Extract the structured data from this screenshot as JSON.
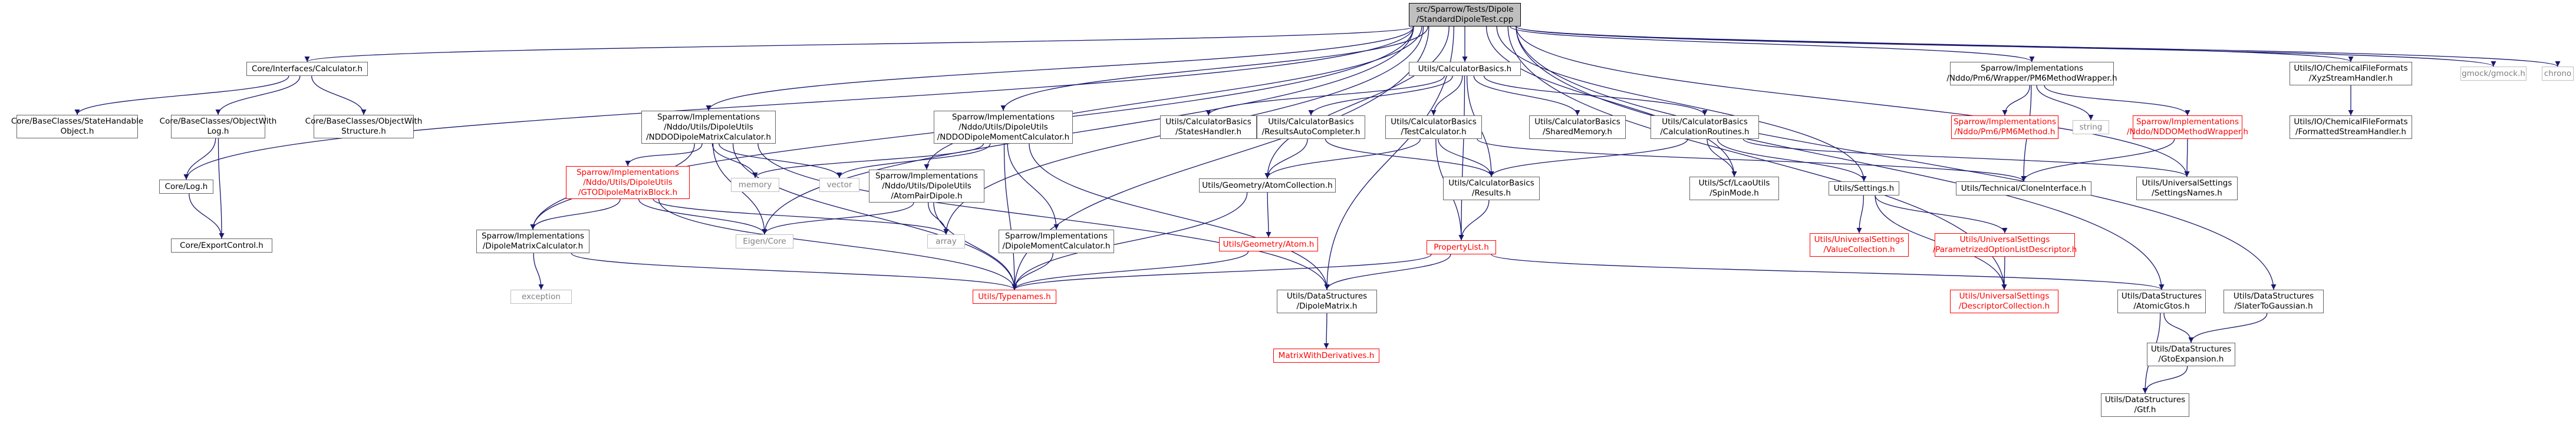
{
  "nodes": [
    {
      "id": "root",
      "kind": "root",
      "lines": [
        "src/Sparrow/Tests/Dipole",
        "/StandardDipoleTest.cpp"
      ]
    },
    {
      "id": "calc",
      "kind": "normal",
      "lines": [
        "Core/Interfaces/Calculator.h"
      ]
    },
    {
      "id": "statehandable",
      "kind": "normal",
      "lines": [
        "Core/BaseClasses/StateHandable",
        "Object.h"
      ]
    },
    {
      "id": "objwithlog",
      "kind": "normal",
      "lines": [
        "Core/BaseClasses/ObjectWith",
        "Log.h"
      ]
    },
    {
      "id": "objwithstructure",
      "kind": "normal",
      "lines": [
        "Core/BaseClasses/ObjectWith",
        "Structure.h"
      ]
    },
    {
      "id": "log",
      "kind": "normal",
      "lines": [
        "Core/Log.h"
      ]
    },
    {
      "id": "exportcontrol",
      "kind": "normal",
      "lines": [
        "Core/ExportControl.h"
      ]
    },
    {
      "id": "nddomatrixcalc",
      "kind": "normal",
      "lines": [
        "Sparrow/Implementations",
        "/Nddo/Utils/DipoleUtils",
        "/NDDODipoleMatrixCalculator.h"
      ]
    },
    {
      "id": "gtomatrixblock",
      "kind": "red",
      "lines": [
        "Sparrow/Implementations",
        "/Nddo/Utils/DipoleUtils",
        "/GTODipoleMatrixBlock.h"
      ]
    },
    {
      "id": "dipolematrixcalc",
      "kind": "normal",
      "lines": [
        "Sparrow/Implementations",
        "/DipoleMatrixCalculator.h"
      ]
    },
    {
      "id": "exception",
      "kind": "ghost-gray",
      "lines": [
        "exception"
      ]
    },
    {
      "id": "memory",
      "kind": "ghost-gray",
      "lines": [
        "memory"
      ]
    },
    {
      "id": "vector",
      "kind": "ghost-gray",
      "lines": [
        "vector"
      ]
    },
    {
      "id": "eigencore",
      "kind": "ghost-gray",
      "lines": [
        "Eigen/Core"
      ]
    },
    {
      "id": "nddomomentcalc",
      "kind": "normal",
      "lines": [
        "Sparrow/Implementations",
        "/Nddo/Utils/DipoleUtils",
        "/NDDODipoleMomentCalculator.h"
      ]
    },
    {
      "id": "atompairdipole",
      "kind": "normal",
      "lines": [
        "Sparrow/Implementations",
        "/Nddo/Utils/DipoleUtils",
        "/AtomPairDipole.h"
      ]
    },
    {
      "id": "array",
      "kind": "ghost-gray",
      "lines": [
        "array"
      ]
    },
    {
      "id": "dipolemomentcalc",
      "kind": "normal",
      "lines": [
        "Sparrow/Implementations",
        "/DipoleMomentCalculator.h"
      ]
    },
    {
      "id": "typenames",
      "kind": "red",
      "lines": [
        "Utils/Typenames.h"
      ]
    },
    {
      "id": "calcbasics",
      "kind": "normal",
      "lines": [
        "Utils/CalculatorBasics.h"
      ]
    },
    {
      "id": "stateshandler",
      "kind": "normal",
      "lines": [
        "Utils/CalculatorBasics",
        "/StatesHandler.h"
      ]
    },
    {
      "id": "resultsautocompleter",
      "kind": "normal",
      "lines": [
        "Utils/CalculatorBasics",
        "/ResultsAutoCompleter.h"
      ]
    },
    {
      "id": "testcalculator",
      "kind": "normal",
      "lines": [
        "Utils/CalculatorBasics",
        "/TestCalculator.h"
      ]
    },
    {
      "id": "sharedmemory",
      "kind": "normal",
      "lines": [
        "Utils/CalculatorBasics",
        "/SharedMemory.h"
      ]
    },
    {
      "id": "calcroutines",
      "kind": "normal",
      "lines": [
        "Utils/CalculatorBasics",
        "/CalculationRoutines.h"
      ]
    },
    {
      "id": "atomcollection",
      "kind": "normal",
      "lines": [
        "Utils/Geometry/AtomCollection.h"
      ]
    },
    {
      "id": "geomatom",
      "kind": "red",
      "lines": [
        "Utils/Geometry/Atom.h"
      ]
    },
    {
      "id": "results",
      "kind": "normal",
      "lines": [
        "Utils/CalculatorBasics",
        "/Results.h"
      ]
    },
    {
      "id": "propertylist",
      "kind": "red",
      "lines": [
        "PropertyList.h"
      ]
    },
    {
      "id": "spinmode",
      "kind": "normal",
      "lines": [
        "Utils/Scf/LcaoUtils",
        "/SpinMode.h"
      ]
    },
    {
      "id": "cloneinterface",
      "kind": "normal",
      "lines": [
        "Utils/Technical/CloneInterface.h"
      ]
    },
    {
      "id": "settings",
      "kind": "normal",
      "lines": [
        "Utils/Settings.h"
      ]
    },
    {
      "id": "valuecollection",
      "kind": "red",
      "lines": [
        "Utils/UniversalSettings",
        "/ValueCollection.h"
      ]
    },
    {
      "id": "paramoptlistdesc",
      "kind": "red",
      "lines": [
        "Utils/UniversalSettings",
        "/ParametrizedOptionListDescriptor.h"
      ]
    },
    {
      "id": "descriptorcollection",
      "kind": "red",
      "lines": [
        "Utils/UniversalSettings",
        "/DescriptorCollection.h"
      ]
    },
    {
      "id": "dipolematrix",
      "kind": "normal",
      "lines": [
        "Utils/DataStructures",
        "/DipoleMatrix.h"
      ]
    },
    {
      "id": "matrixwithderiv",
      "kind": "red",
      "lines": [
        "MatrixWithDerivatives.h"
      ]
    },
    {
      "id": "pm6wrapper",
      "kind": "normal",
      "lines": [
        "Sparrow/Implementations",
        "/Nddo/Pm6/Wrapper/PM6MethodWrapper.h"
      ]
    },
    {
      "id": "pm6method",
      "kind": "red",
      "lines": [
        "Sparrow/Implementations",
        "/Nddo/Pm6/PM6Method.h"
      ]
    },
    {
      "id": "string",
      "kind": "ghost-gray",
      "lines": [
        "string"
      ]
    },
    {
      "id": "nddomethodwrapper",
      "kind": "red",
      "lines": [
        "Sparrow/Implementations",
        "/Nddo/NDDOMethodWrapper.h"
      ]
    },
    {
      "id": "settingsnames",
      "kind": "normal",
      "lines": [
        "Utils/UniversalSettings",
        "/SettingsNames.h"
      ]
    },
    {
      "id": "atomicgtos",
      "kind": "normal",
      "lines": [
        "Utils/DataStructures",
        "/AtomicGtos.h"
      ]
    },
    {
      "id": "slatertogaussian",
      "kind": "normal",
      "lines": [
        "Utils/DataStructures",
        "/SlaterToGaussian.h"
      ]
    },
    {
      "id": "gtoexpansion",
      "kind": "normal",
      "lines": [
        "Utils/DataStructures",
        "/GtoExpansion.h"
      ]
    },
    {
      "id": "gtf",
      "kind": "normal",
      "lines": [
        "Utils/DataStructures",
        "/Gtf.h"
      ]
    },
    {
      "id": "xyzstream",
      "kind": "normal",
      "lines": [
        "Utils/IO/ChemicalFileFormats",
        "/XyzStreamHandler.h"
      ]
    },
    {
      "id": "formattedstream",
      "kind": "normal",
      "lines": [
        "Utils/IO/ChemicalFileFormats",
        "/FormattedStreamHandler.h"
      ]
    },
    {
      "id": "gmock",
      "kind": "ghost-gray",
      "lines": [
        "gmock/gmock.h"
      ]
    },
    {
      "id": "chrono",
      "kind": "ghost-gray",
      "lines": [
        "chrono"
      ]
    }
  ],
  "edges": [
    [
      "root",
      "calc"
    ],
    [
      "root",
      "log"
    ],
    [
      "root",
      "nddomatrixcalc"
    ],
    [
      "root",
      "dipolematrixcalc"
    ],
    [
      "root",
      "eigencore"
    ],
    [
      "root",
      "nddomomentcalc"
    ],
    [
      "root",
      "atompairdipole"
    ],
    [
      "root",
      "array"
    ],
    [
      "root",
      "typenames"
    ],
    [
      "root",
      "calcbasics"
    ],
    [
      "root",
      "atomcollection"
    ],
    [
      "root",
      "spinmode"
    ],
    [
      "root",
      "settings"
    ],
    [
      "root",
      "dipolematrix"
    ],
    [
      "root",
      "pm6wrapper"
    ],
    [
      "root",
      "settingsnames"
    ],
    [
      "root",
      "atomicgtos"
    ],
    [
      "root",
      "xyzstream"
    ],
    [
      "root",
      "gmock"
    ],
    [
      "root",
      "chrono"
    ],
    [
      "root",
      "slatertogaussian"
    ],
    [
      "root",
      "descriptorcollection"
    ],
    [
      "calc",
      "statehandable"
    ],
    [
      "calc",
      "objwithlog"
    ],
    [
      "calc",
      "objwithstructure"
    ],
    [
      "objwithlog",
      "log"
    ],
    [
      "objwithlog",
      "exportcontrol"
    ],
    [
      "log",
      "exportcontrol"
    ],
    [
      "nddomatrixcalc",
      "gtomatrixblock"
    ],
    [
      "nddomatrixcalc",
      "dipolematrixcalc"
    ],
    [
      "nddomatrixcalc",
      "memory"
    ],
    [
      "nddomatrixcalc",
      "vector"
    ],
    [
      "nddomatrixcalc",
      "eigencore"
    ],
    [
      "nddomatrixcalc",
      "typenames"
    ],
    [
      "nddomatrixcalc",
      "dipolematrix"
    ],
    [
      "gtomatrixblock",
      "dipolematrixcalc"
    ],
    [
      "gtomatrixblock",
      "eigencore"
    ],
    [
      "gtomatrixblock",
      "typenames"
    ],
    [
      "gtomatrixblock",
      "array"
    ],
    [
      "dipolematrixcalc",
      "exception"
    ],
    [
      "dipolematrixcalc",
      "typenames"
    ],
    [
      "nddomomentcalc",
      "memory"
    ],
    [
      "nddomomentcalc",
      "vector"
    ],
    [
      "nddomomentcalc",
      "dipolemomentcalc"
    ],
    [
      "nddomomentcalc",
      "typenames"
    ],
    [
      "nddomomentcalc",
      "dipolematrix"
    ],
    [
      "atompairdipole",
      "eigencore"
    ],
    [
      "atompairdipole",
      "array"
    ],
    [
      "atompairdipole",
      "typenames"
    ],
    [
      "dipolemomentcalc",
      "typenames"
    ],
    [
      "calcbasics",
      "stateshandler"
    ],
    [
      "calcbasics",
      "resultsautocompleter"
    ],
    [
      "calcbasics",
      "testcalculator"
    ],
    [
      "calcbasics",
      "sharedmemory"
    ],
    [
      "calcbasics",
      "calcroutines"
    ],
    [
      "calcbasics",
      "results"
    ],
    [
      "calcbasics",
      "propertylist"
    ],
    [
      "resultsautocompleter",
      "atomcollection"
    ],
    [
      "resultsautocompleter",
      "results"
    ],
    [
      "testcalculator",
      "atomcollection"
    ],
    [
      "testcalculator",
      "results"
    ],
    [
      "testcalculator",
      "propertylist"
    ],
    [
      "testcalculator",
      "cloneinterface"
    ],
    [
      "calcroutines",
      "results"
    ],
    [
      "calcroutines",
      "spinmode"
    ],
    [
      "calcroutines",
      "settings"
    ],
    [
      "calcroutines",
      "settingsnames"
    ],
    [
      "atomcollection",
      "geomatom"
    ],
    [
      "atomcollection",
      "typenames"
    ],
    [
      "geomatom",
      "typenames"
    ],
    [
      "results",
      "propertylist"
    ],
    [
      "propertylist",
      "typenames"
    ],
    [
      "propertylist",
      "dipolematrix"
    ],
    [
      "propertylist",
      "atomicgtos"
    ],
    [
      "settings",
      "valuecollection"
    ],
    [
      "settings",
      "paramoptlistdesc"
    ],
    [
      "settings",
      "descriptorcollection"
    ],
    [
      "paramoptlistdesc",
      "descriptorcollection"
    ],
    [
      "dipolematrix",
      "matrixwithderiv"
    ],
    [
      "pm6wrapper",
      "pm6method"
    ],
    [
      "pm6wrapper",
      "string"
    ],
    [
      "pm6wrapper",
      "nddomethodwrapper"
    ],
    [
      "pm6wrapper",
      "cloneinterface"
    ],
    [
      "nddomethodwrapper",
      "cloneinterface"
    ],
    [
      "nddomethodwrapper",
      "settingsnames"
    ],
    [
      "atomicgtos",
      "gtoexpansion"
    ],
    [
      "slatertogaussian",
      "gtoexpansion"
    ],
    [
      "gtoexpansion",
      "gtf"
    ],
    [
      "atomicgtos",
      "gtf"
    ],
    [
      "xyzstream",
      "formattedstream"
    ]
  ]
}
